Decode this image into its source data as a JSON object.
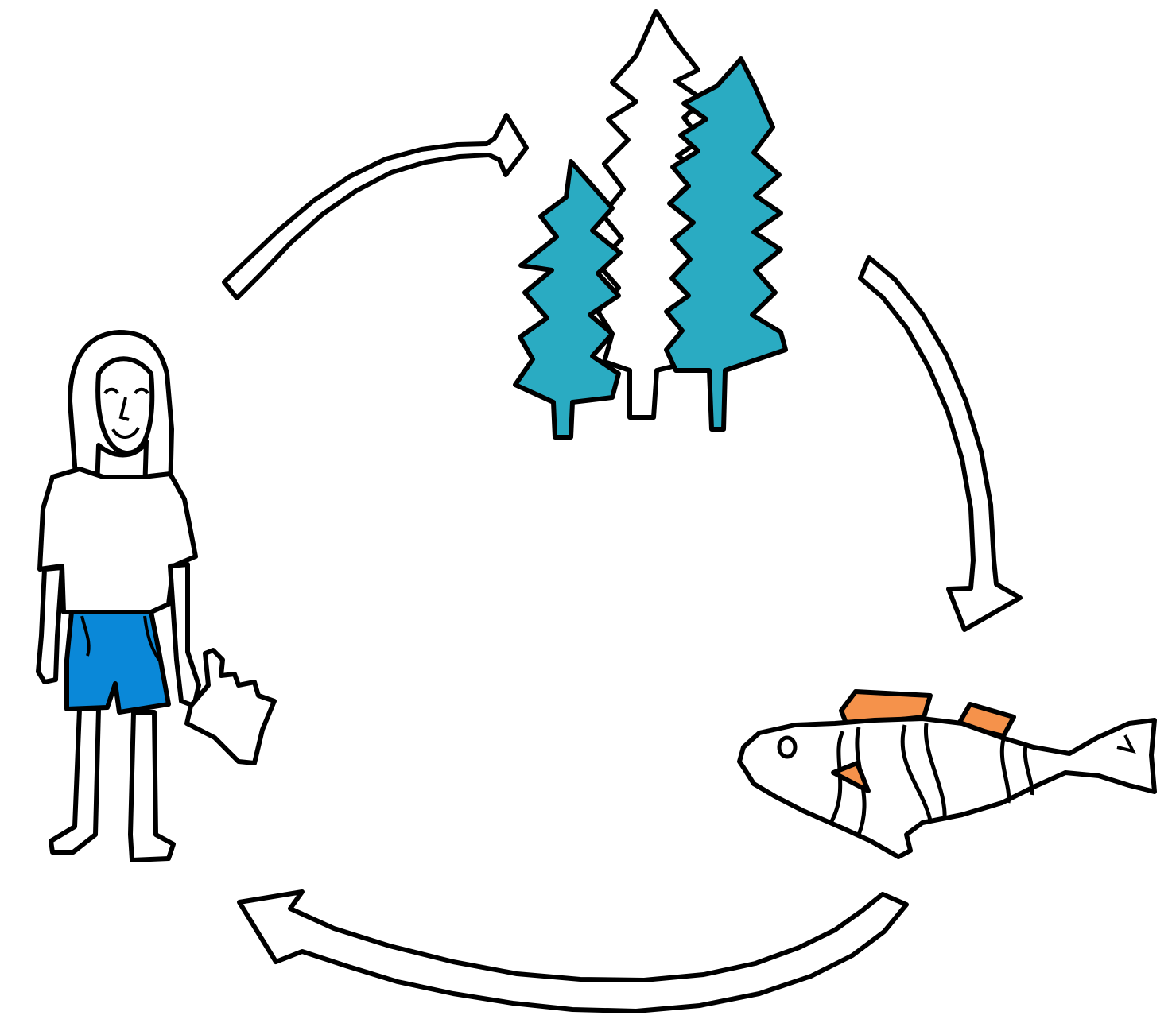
{
  "diagram": {
    "type": "cycle",
    "nodes": [
      {
        "id": "trees",
        "icon": "trees-icon"
      },
      {
        "id": "fish",
        "icon": "fish-icon"
      },
      {
        "id": "person",
        "icon": "person-icon"
      }
    ],
    "edges": [
      {
        "from": "person",
        "to": "trees"
      },
      {
        "from": "trees",
        "to": "fish"
      },
      {
        "from": "fish",
        "to": "person"
      }
    ],
    "colors": {
      "tree_fill": "#2aabc2",
      "shorts_fill": "#0a88d8",
      "fish_fin_fill": "#f5924b",
      "outline": "#000000",
      "background": "#ffffff"
    }
  }
}
